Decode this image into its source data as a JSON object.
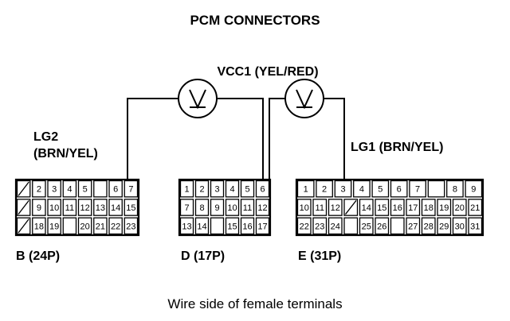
{
  "title": "PCM CONNECTORS",
  "meter_label": "VCC1 (YEL/RED)",
  "lg2_label_line1": "LG2",
  "lg2_label_line2": "(BRN/YEL)",
  "lg1_label": "LG1 (BRN/YEL)",
  "caption": "Wire side of female terminals",
  "meter_icon": "voltmeter-icon",
  "connectors": [
    {
      "id": "B",
      "label": "B (24P)",
      "rows": [
        [
          "/",
          "2",
          "3",
          "4",
          "5",
          "",
          "6",
          "7"
        ],
        [
          "/",
          "9",
          "10",
          "11",
          "12",
          "13",
          "14",
          "15"
        ],
        [
          "/",
          "18",
          "19",
          "",
          "20",
          "21",
          "22",
          "23"
        ]
      ]
    },
    {
      "id": "D",
      "label": "D (17P)",
      "rows": [
        [
          "1",
          "2",
          "3",
          "4",
          "5",
          "6"
        ],
        [
          "7",
          "8",
          "9",
          "10",
          "11",
          "12"
        ],
        [
          "13",
          "14",
          "",
          "15",
          "16",
          "17"
        ]
      ]
    },
    {
      "id": "E",
      "label": "E (31P)",
      "rows": [
        [
          "1",
          "2",
          "3",
          "4",
          "5",
          "6",
          "7",
          "",
          "8",
          "9"
        ],
        [
          "10",
          "11",
          "12",
          "/",
          "14",
          "15",
          "16",
          "17",
          "18",
          "19",
          "20",
          "21"
        ],
        [
          "22",
          "23",
          "24",
          "",
          "25",
          "26",
          "",
          "27",
          "28",
          "29",
          "30",
          "31"
        ]
      ]
    }
  ]
}
